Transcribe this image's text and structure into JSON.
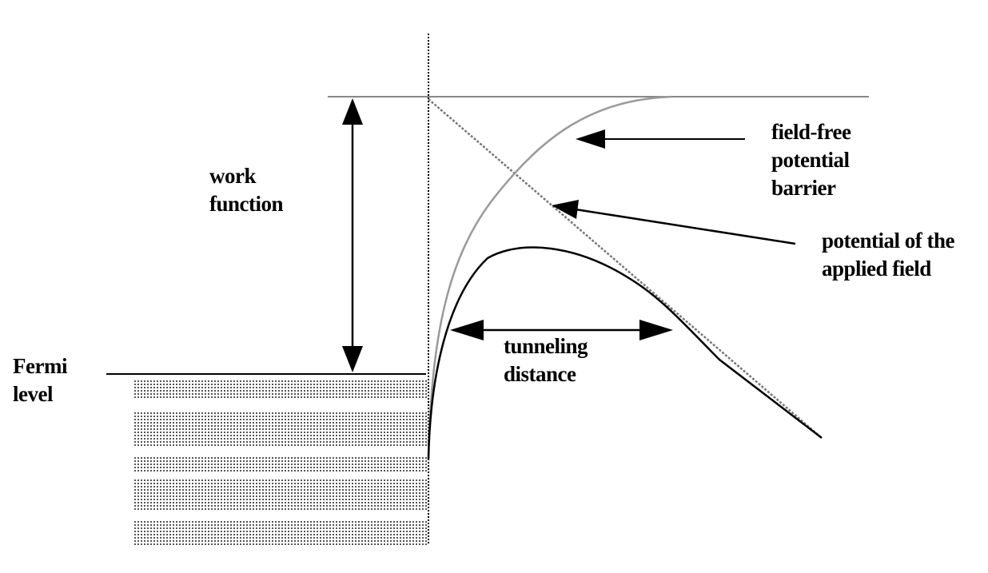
{
  "labels": {
    "fermi_level": [
      "Fermi",
      "level"
    ],
    "work_function": [
      "work",
      "function"
    ],
    "field_free_barrier": [
      "field-free",
      "potential",
      "barrier"
    ],
    "applied_field_potential": [
      "potential of the",
      "applied field"
    ],
    "tunneling_distance": [
      "tunneling",
      "distance"
    ]
  },
  "colors": {
    "ink": "#000000",
    "light_curve": "#9a9a9a",
    "fill_dots": "#555555"
  }
}
